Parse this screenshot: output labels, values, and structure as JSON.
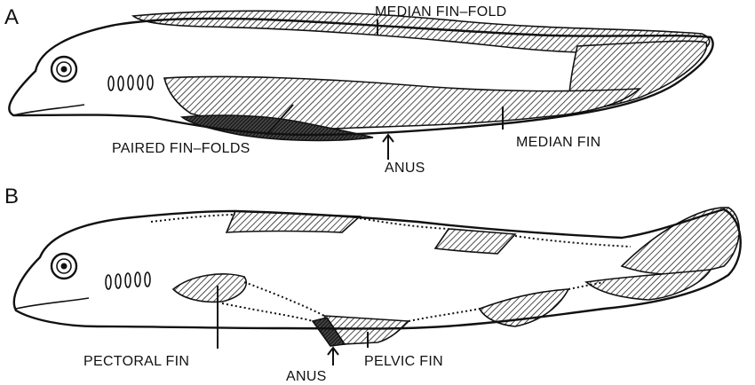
{
  "panels": {
    "a": {
      "letter": "A",
      "labels": {
        "median_fin_fold": "MEDIAN FIN–FOLD",
        "paired_fin_folds": "PAIRED FIN–FOLDS",
        "anus": "ANUS",
        "median_fin": "MEDIAN FIN"
      }
    },
    "b": {
      "letter": "B",
      "labels": {
        "pectoral_fin": "PECTORAL FIN",
        "anus": "ANUS",
        "pelvic_fin": "PELVIC FIN"
      }
    }
  }
}
